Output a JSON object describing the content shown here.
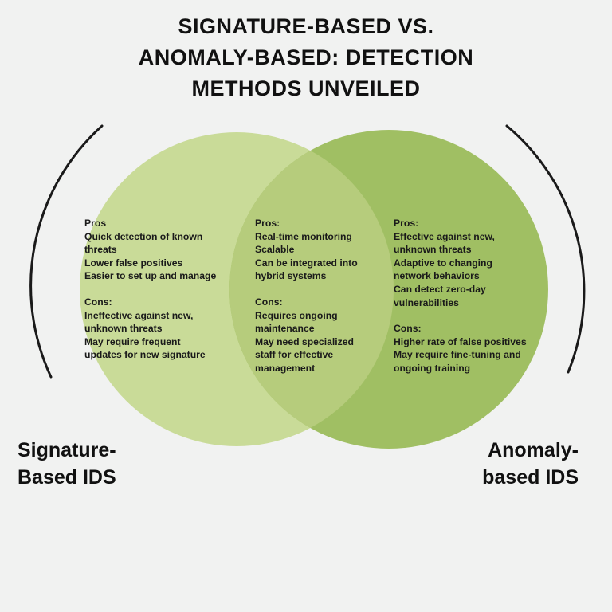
{
  "title_lines": [
    "SIGNATURE-BASED VS.",
    "ANOMALY-BASED: DETECTION",
    "METHODS UNVEILED"
  ],
  "colors": {
    "background": "#f1f2f1",
    "left_circle": "#c9db98",
    "right_circle": "#a0bf63",
    "overlap": "#b6cc7c",
    "arcs": "#1a1a1a"
  },
  "signature": {
    "label_lines": [
      "Signature-",
      "Based IDS"
    ],
    "pros_heading": "Pros",
    "pros": [
      "Quick detection of known",
      "threats",
      "Lower false positives",
      "Easier to set up and manage"
    ],
    "cons_heading": "Cons:",
    "cons": [
      "Ineffective against new,",
      "unknown threats",
      "May require frequent",
      "updates for new signature"
    ]
  },
  "both": {
    "pros_heading": "Pros:",
    "pros": [
      "Real-time monitoring",
      "Scalable",
      "Can be integrated into",
      "hybrid systems"
    ],
    "cons_heading": "Cons:",
    "cons": [
      "Requires ongoing",
      "maintenance",
      "May need specialized",
      "staff for effective",
      "management"
    ]
  },
  "anomaly": {
    "label_lines": [
      "Anomaly-",
      "based IDS"
    ],
    "pros_heading": "Pros:",
    "pros": [
      "Effective against new,",
      "unknown threats",
      "Adaptive to changing",
      "network behaviors",
      "Can detect zero-day",
      "vulnerabilities"
    ],
    "cons_heading": "Cons:",
    "cons": [
      "Higher rate of false positives",
      "May require fine-tuning and",
      "ongoing training"
    ]
  }
}
